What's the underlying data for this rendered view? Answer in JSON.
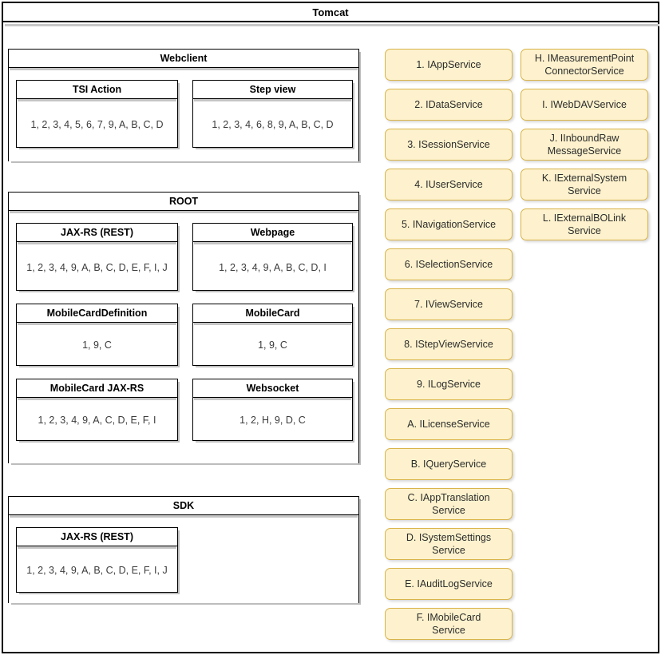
{
  "diagram": {
    "title": "Tomcat",
    "type": "uml-deployment-diagram"
  },
  "packages": [
    {
      "id": "webclient",
      "title": "Webclient",
      "components": [
        {
          "id": "tsi-action",
          "title": "TSI Action",
          "services": "1, 2, 3, 4, 5, 6, 7, 9, A, B, C, D"
        },
        {
          "id": "step-view",
          "title": "Step view",
          "services": "1, 2, 3, 4, 6, 8, 9, A, B, C, D"
        }
      ]
    },
    {
      "id": "root",
      "title": "ROOT",
      "components": [
        {
          "id": "jax-rs-rest",
          "title": "JAX-RS (REST)",
          "services": "1, 2, 3, 4, 9, A, B, C, D, E, F, I, J"
        },
        {
          "id": "webpage",
          "title": "Webpage",
          "services": "1, 2, 3, 4, 9, A, B, C, D, I"
        },
        {
          "id": "mobilecarddefinition",
          "title": "MobileCardDefinition",
          "services": "1, 9, C"
        },
        {
          "id": "mobilecard",
          "title": "MobileCard",
          "services": "1, 9, C"
        },
        {
          "id": "mobilecard-jax-rs",
          "title": "MobileCard JAX-RS",
          "services": "1, 2, 3, 4, 9, A, C, D, E, F, I"
        },
        {
          "id": "websocket",
          "title": "Websocket",
          "services": "1, 2, H, 9, D, C"
        }
      ]
    },
    {
      "id": "sdk",
      "title": "SDK",
      "components": [
        {
          "id": "sdk-jax-rs-rest",
          "title": "JAX-RS (REST)",
          "services": "1, 2, 3, 4, 9, A, B, C, D, E, F, I, J"
        }
      ]
    }
  ],
  "services": {
    "column_left": [
      {
        "key": "1",
        "label": "1. IAppService"
      },
      {
        "key": "2",
        "label": "2. IDataService"
      },
      {
        "key": "3",
        "label": "3. ISessionService"
      },
      {
        "key": "4",
        "label": "4. IUserService"
      },
      {
        "key": "5",
        "label": "5. INavigationService"
      },
      {
        "key": "6",
        "label": "6. ISelectionService"
      },
      {
        "key": "7",
        "label": "7. IViewService"
      },
      {
        "key": "8",
        "label": "8. IStepViewService"
      },
      {
        "key": "9",
        "label": "9. ILogService"
      },
      {
        "key": "A",
        "label": "A. ILicenseService"
      },
      {
        "key": "B",
        "label": "B. IQueryService"
      },
      {
        "key": "C",
        "label": "C. IAppTranslation\nService"
      },
      {
        "key": "D",
        "label": "D. ISystemSettings\nService"
      },
      {
        "key": "E",
        "label": "E. IAuditLogService"
      },
      {
        "key": "F",
        "label": "F. IMobileCard\nService"
      }
    ],
    "column_right": [
      {
        "key": "H",
        "label": "H. IMeasurementPoint\nConnectorService"
      },
      {
        "key": "I",
        "label": "I. IWebDAVService"
      },
      {
        "key": "J",
        "label": "J. IInboundRaw\nMessageService"
      },
      {
        "key": "K",
        "label": "K. IExternalSystem\nService"
      },
      {
        "key": "L",
        "label": "L. IExternalBOLink\nService"
      }
    ]
  },
  "colors": {
    "service_fill": "#fdf2cd",
    "service_border": "#d9b44a",
    "box_border": "#000000",
    "shadow": "#bdbdbd",
    "body_text": "#3b3b3b",
    "title_text": "#000000"
  }
}
